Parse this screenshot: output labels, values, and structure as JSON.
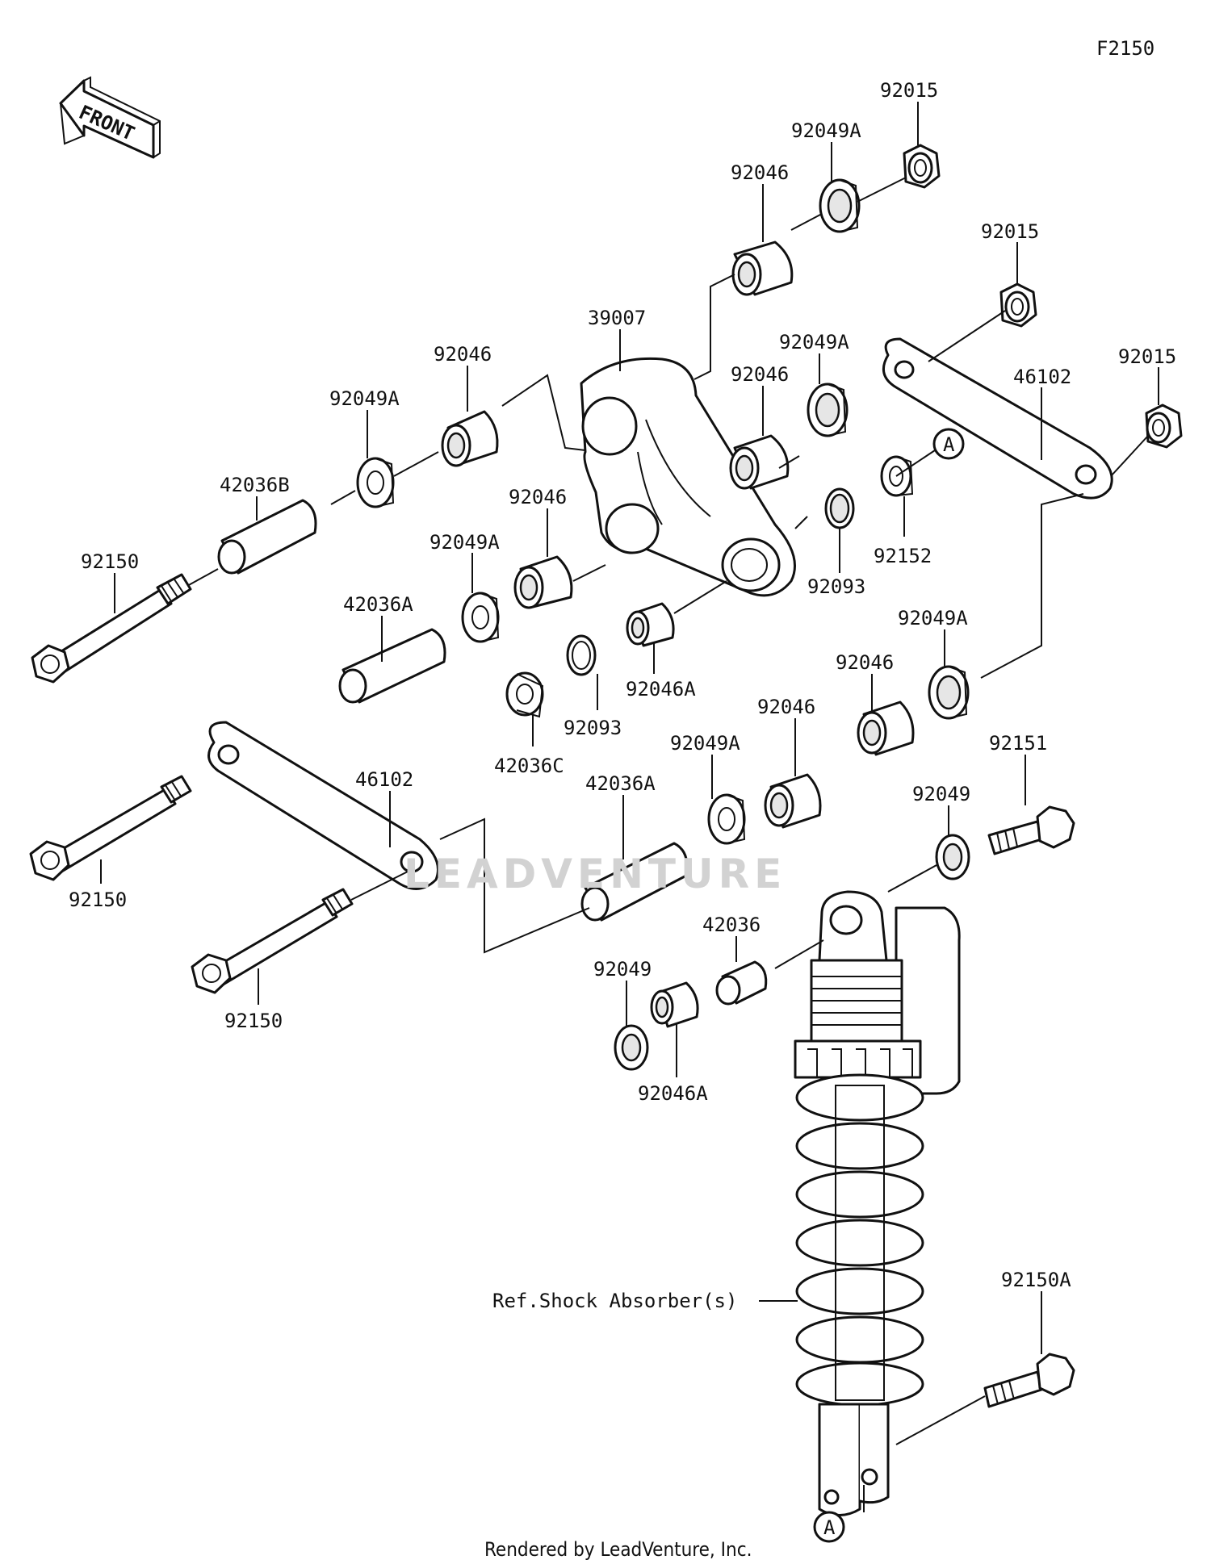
{
  "diagram_code": "F2150",
  "front_label": "FRONT",
  "ref_label": "Ref.Shock Absorber(s)",
  "callout_letter": "A",
  "watermark": "LEADVENTURE",
  "footer": "Rendered by LeadVenture, Inc.",
  "parts": {
    "p92015_top": "92015",
    "p92049A_top": "92049A",
    "p92046_top": "92046",
    "p92015_mid": "92015",
    "p92015_right": "92015",
    "p46102_right": "46102",
    "p39007": "39007",
    "p92046_upper_left": "92046",
    "p92049A_mid": "92049A",
    "p92046_mid": "92046",
    "p92049A_left": "92049A",
    "p42036B": "42036B",
    "p92046_left2": "92046",
    "p92150_top": "92150",
    "p92049A_left2": "92049A",
    "p42036A_left": "42036A",
    "p92152": "92152",
    "p92093_right": "92093",
    "p92049A_right": "92049A",
    "p92046_right2": "92046",
    "p92046A_mid": "92046A",
    "p92093_left": "92093",
    "p42036C": "42036C",
    "p92049A_low": "92049A",
    "p92046_low": "92046",
    "p92151": "92151",
    "p46102_left": "46102",
    "p42036A_low": "42036A",
    "p92049_right": "92049",
    "p92150_mid": "92150",
    "p42036": "42036",
    "p92049_low": "92049",
    "p92150_low": "92150",
    "p92046A_low": "92046A",
    "p92150A": "92150A"
  }
}
